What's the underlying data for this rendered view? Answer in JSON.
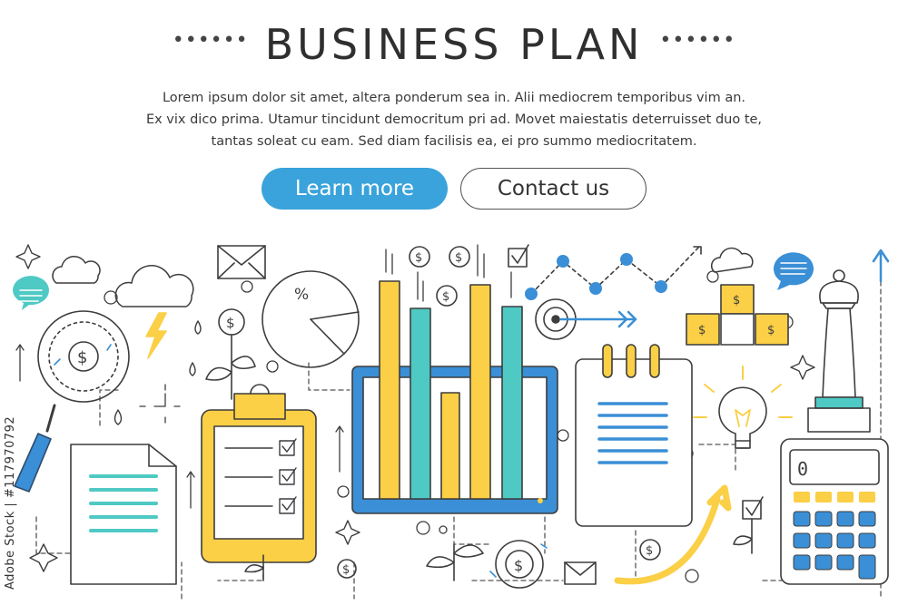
{
  "header": {
    "title": "BUSINESS PLAN",
    "dots_left": "••••••",
    "dots_right": "••••••"
  },
  "description": {
    "line1": "Lorem ipsum dolor sit amet, altera ponderum sea in. Alii mediocrem temporibus vim an.",
    "line2": "Ex vix dico prima. Utamur tincidunt democritum pri ad. Movet maiestatis deterruisset duo te,",
    "line3": "tantas soleat cu eam. Sed diam facilisis ea, ei pro summo mediocritatem."
  },
  "buttons": {
    "learn_more": "Learn more",
    "contact_us": "Contact us"
  },
  "illustration": {
    "percent_label": "%",
    "calculator_display": "0",
    "dollar_sign": "$"
  },
  "watermark": "Adobe Stock | #117970792",
  "colors": {
    "primary": "#3aa3db",
    "yellow": "#fbcf46",
    "teal": "#4fc9c4",
    "blue": "#3a8fd6",
    "line": "#3d3d3d"
  }
}
